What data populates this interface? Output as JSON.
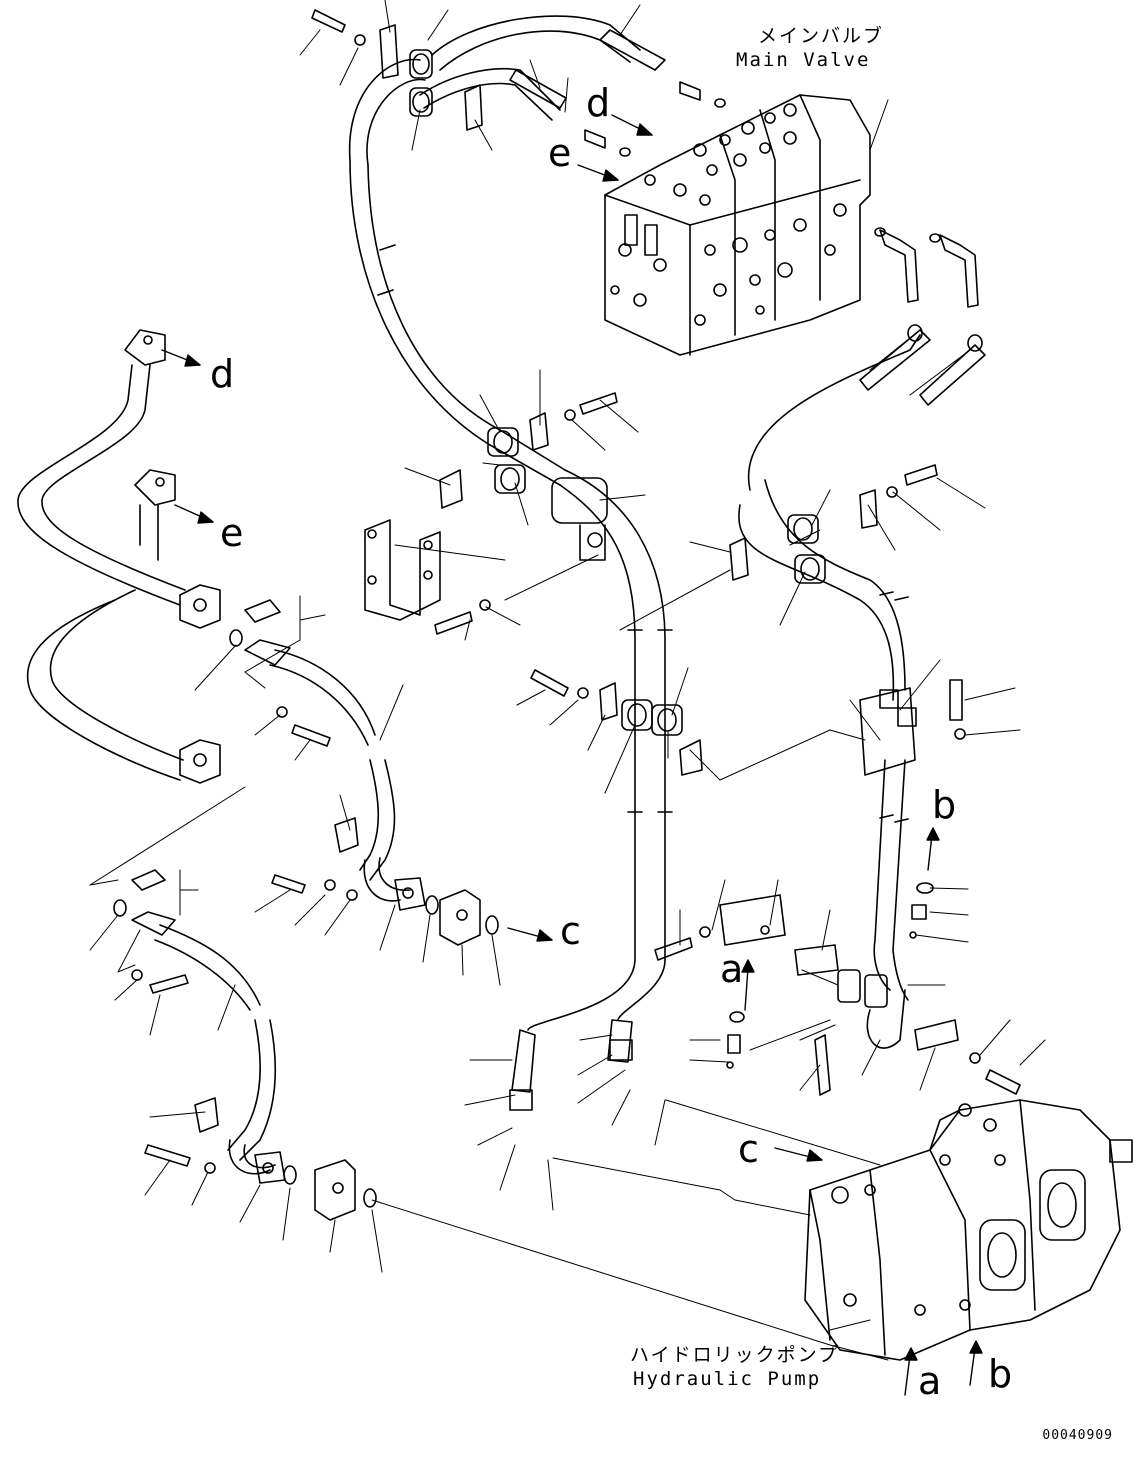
{
  "labels": {
    "main_valve_jp": "メインバルブ",
    "main_valve_en": "Main Valve",
    "pump_jp": "ハイドロリックポンプ",
    "pump_en": "Hydraulic Pump"
  },
  "callouts": {
    "d_valve": "d",
    "e_valve": "e",
    "d_left": "d",
    "e_left": "e",
    "c_mid": "c",
    "c_pump": "c",
    "a_mid": "a",
    "b_mid": "b",
    "a_pump": "a",
    "b_pump": "b"
  },
  "document_number": "00040909",
  "colors": {
    "line": "#000000",
    "background": "#ffffff"
  }
}
